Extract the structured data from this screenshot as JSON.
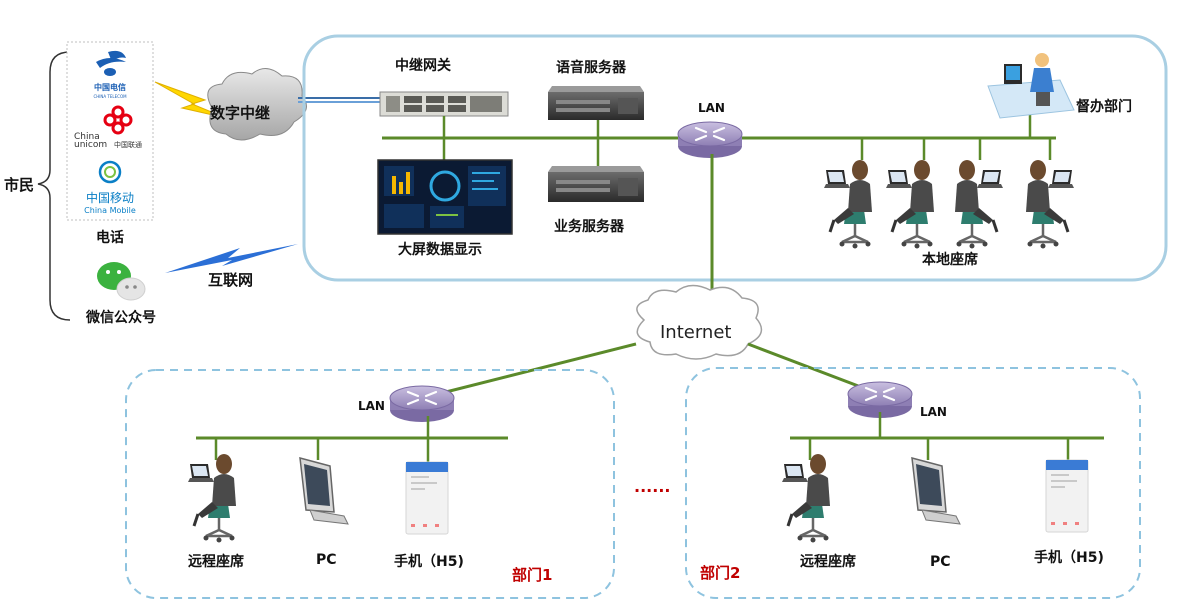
{
  "labels": {
    "citizen": "市民",
    "phone": "电话",
    "wechat": "微信公众号",
    "digital_trunk": "数字中继",
    "internet_link": "互联网",
    "trunk_gateway": "中继网关",
    "voice_server": "语音服务器",
    "business_server": "业务服务器",
    "big_screen": "大屏数据显示",
    "lan_main": "LAN",
    "supervise_dept": "督办部门",
    "local_seats": "本地座席",
    "internet_cloud": "Internet",
    "dept1": {
      "lan": "LAN",
      "remote_seat": "远程座席",
      "pc": "PC",
      "mobile": "手机（H5)",
      "name": "部门1"
    },
    "dept2": {
      "lan": "LAN",
      "remote_seat": "远程座席",
      "pc": "PC",
      "mobile": "手机（H5)",
      "name": "部门2"
    },
    "ellipsis": "......"
  },
  "carriers": {
    "telecom_cn": "中国电信",
    "telecom_en": "CHINA TELECOM",
    "unicom_cn": "中国联通",
    "unicom_en_a": "China",
    "unicom_en_b": "unicom",
    "mobile_cn": "中国移动",
    "mobile_en": "China Mobile"
  },
  "colors": {
    "lan_line": "#5b8a2a",
    "frame_border": "#a9cfe3",
    "router": "#a99bc7",
    "red_label": "#c00000",
    "telecom_blue": "#1b5fb4",
    "unicom_red": "#e60012",
    "mobile_blue": "#0a7fc6",
    "wechat_green": "#3bb23f"
  }
}
